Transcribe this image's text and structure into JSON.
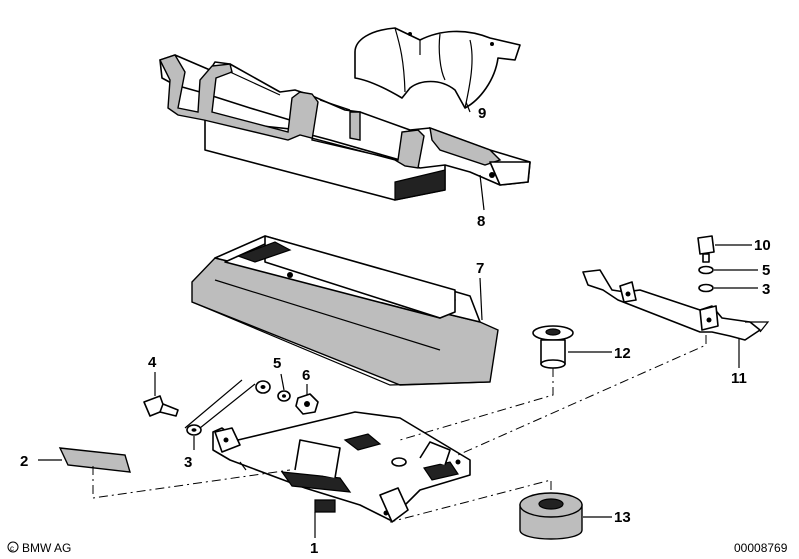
{
  "callouts": {
    "c1": "1",
    "c2": "2",
    "c3a": "3",
    "c3b": "3",
    "c4": "4",
    "c5a": "5",
    "c5b": "5",
    "c6": "6",
    "c7": "7",
    "c8": "8",
    "c9": "9",
    "c10": "10",
    "c11": "11",
    "c12": "12",
    "c13": "13"
  },
  "footer": {
    "brand": "BMW AG",
    "drawing_number": "00008769"
  }
}
